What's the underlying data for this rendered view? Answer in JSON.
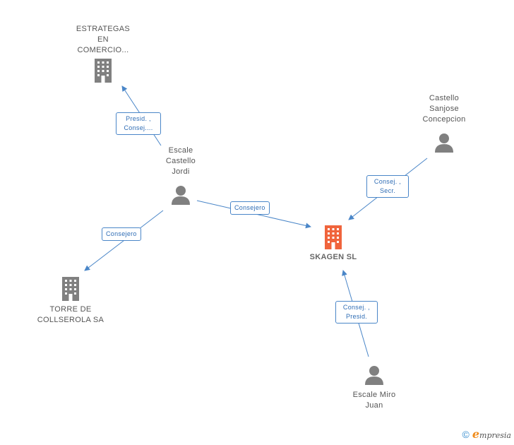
{
  "nodes": {
    "estrategas": {
      "label": "ESTRATEGAS\nEN\nCOMERCIO...",
      "type": "company",
      "color": "#808080"
    },
    "castello_sanjose": {
      "label": "Castello\nSanjose\nConcepcion",
      "type": "person",
      "color": "#808080"
    },
    "escale_castello": {
      "label": "Escale\nCastello\nJordi",
      "type": "person",
      "color": "#808080"
    },
    "skagen": {
      "label": "SKAGEN SL",
      "type": "company",
      "color": "#f0643c"
    },
    "torre": {
      "label": "TORRE DE\nCOLLSEROLA SA",
      "type": "company",
      "color": "#808080"
    },
    "escale_miro": {
      "label": "Escale Miro\nJuan",
      "type": "person",
      "color": "#808080"
    }
  },
  "edges": {
    "e1": {
      "label": "Presid. ,\nConsej...."
    },
    "e2": {
      "label": "Consej. ,\nSecr."
    },
    "e3": {
      "label": "Consejero"
    },
    "e4": {
      "label": "Consejero"
    },
    "e5": {
      "label": "Consej. ,\nPresid."
    }
  },
  "footer": {
    "copyright": "©",
    "brand_initial": "e",
    "brand_rest": "mpresia"
  },
  "colors": {
    "edge": "#4a86c8",
    "label_border": "#4a86c8",
    "label_text": "#2f6db5"
  }
}
